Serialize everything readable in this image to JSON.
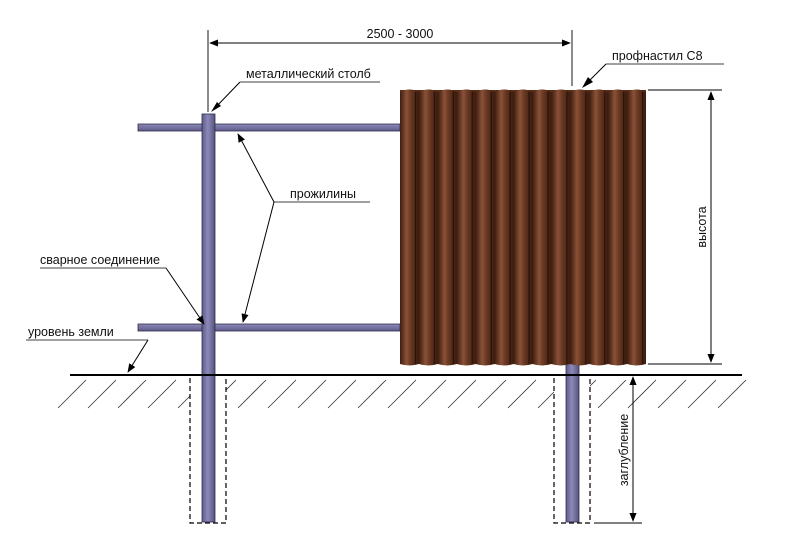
{
  "labels": {
    "span": "2500 - 3000",
    "post": "металлический столб",
    "sheet": "профнастил С8",
    "rails": "прожилины",
    "weld": "сварное соединение",
    "ground": "уровень земли",
    "height": "высота",
    "depth": "заглубление"
  },
  "colors": {
    "sheet_base": "#5a2e1a",
    "sheet_highlight": "#8a5238",
    "post_fill": "#7b78a6",
    "post_stroke": "#2e2c4a",
    "line": "#000000"
  },
  "sheet": {
    "rib_count": 13
  }
}
